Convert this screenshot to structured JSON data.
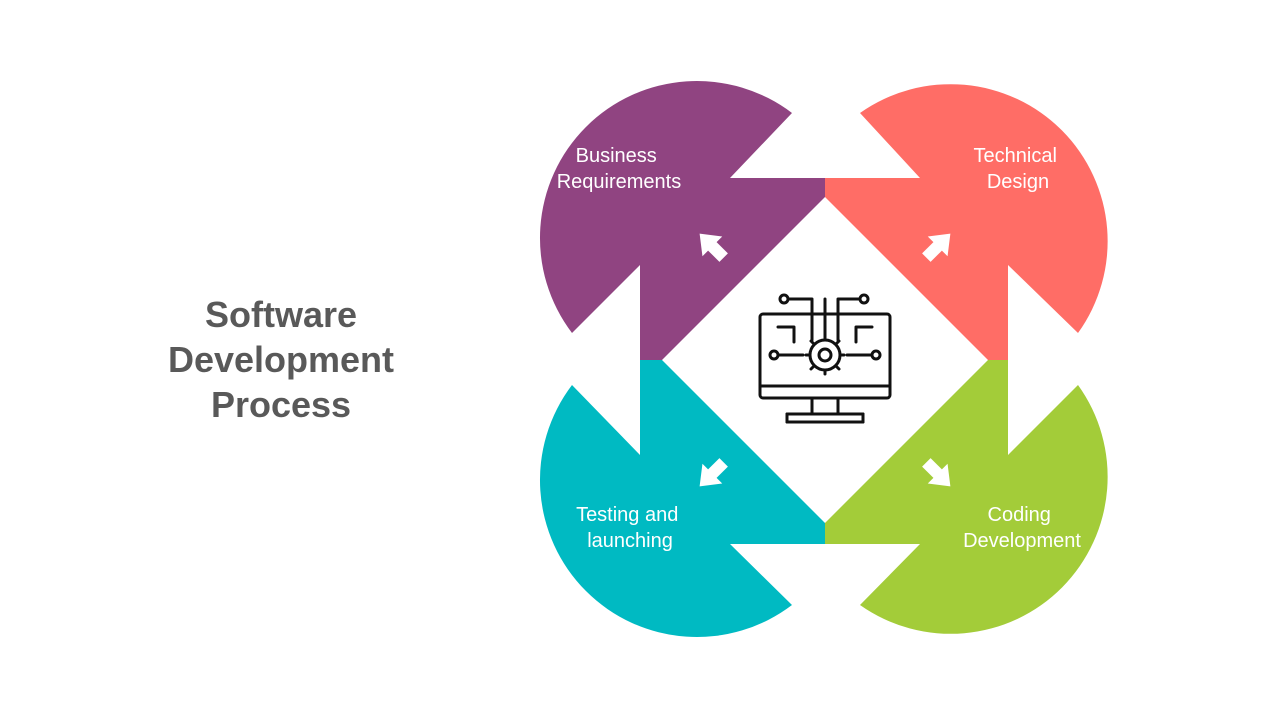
{
  "title": {
    "line1": "Software",
    "line2": "Development",
    "line3": "Process"
  },
  "segments": [
    {
      "key": "business",
      "line1": "Business",
      "line2": "Requirements",
      "color": "#904481"
    },
    {
      "key": "technical",
      "line1": "Technical",
      "line2": "Design",
      "color": "#FF6D66"
    },
    {
      "key": "coding",
      "line1": "Coding",
      "line2": "Development",
      "color": "#A3CC39"
    },
    {
      "key": "testing",
      "line1": "Testing and",
      "line2": "launching",
      "color": "#00BAC2"
    }
  ],
  "center_icon": "computer-gear-circuit-icon"
}
